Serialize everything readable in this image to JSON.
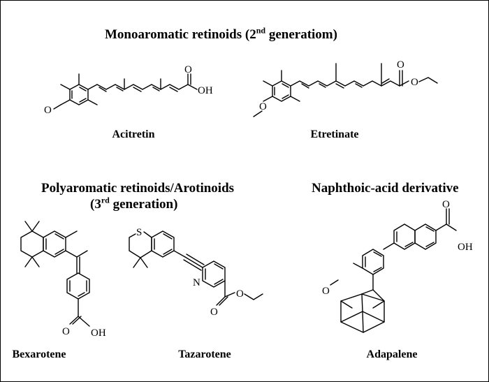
{
  "sections": {
    "mono": {
      "title": "Monoaromatic retinoids (2",
      "sup": "nd",
      "tail": " generatiom)"
    },
    "poly": {
      "line1": "Polyaromatic retinoids/Arotinoids",
      "line2a": "(3",
      "sup": "rd",
      "line2b": " generation)"
    },
    "naph": {
      "title": "Naphthoic-acid derivative"
    }
  },
  "compounds": [
    {
      "key": "acitretin",
      "name": "Acitretin"
    },
    {
      "key": "etretinate",
      "name": "Etretinate"
    },
    {
      "key": "bexarotene",
      "name": "Bexarotene"
    },
    {
      "key": "tazarotene",
      "name": "Tazarotene"
    },
    {
      "key": "adapalene",
      "name": "Adapalene"
    }
  ],
  "atom_labels": {
    "oh": "OH",
    "o": "O",
    "s": "S",
    "n": "N"
  }
}
